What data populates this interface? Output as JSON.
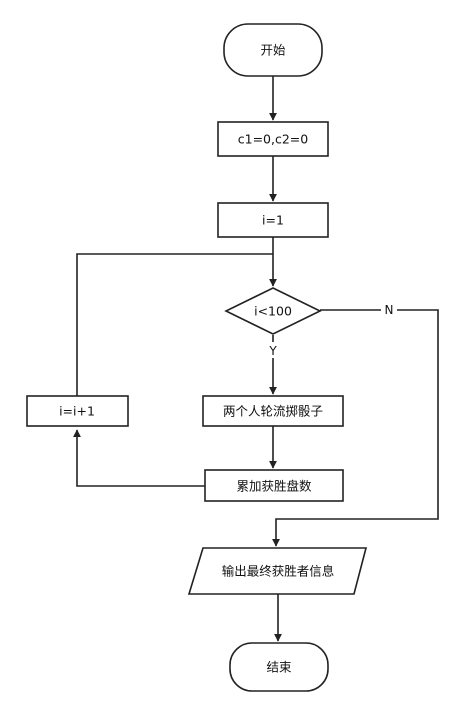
{
  "nodes": {
    "start": "开始",
    "init_counters": "c1=0,c2=0",
    "init_i": "i=1",
    "condition": "i<100",
    "roll_dice": "两个人轮流掷骰子",
    "accumulate": "累加获胜盘数",
    "increment": "i=i+1",
    "output": "输出最终获胜者信息",
    "end": "结束"
  },
  "edges": {
    "yes_label": "Y",
    "no_label": "N"
  }
}
